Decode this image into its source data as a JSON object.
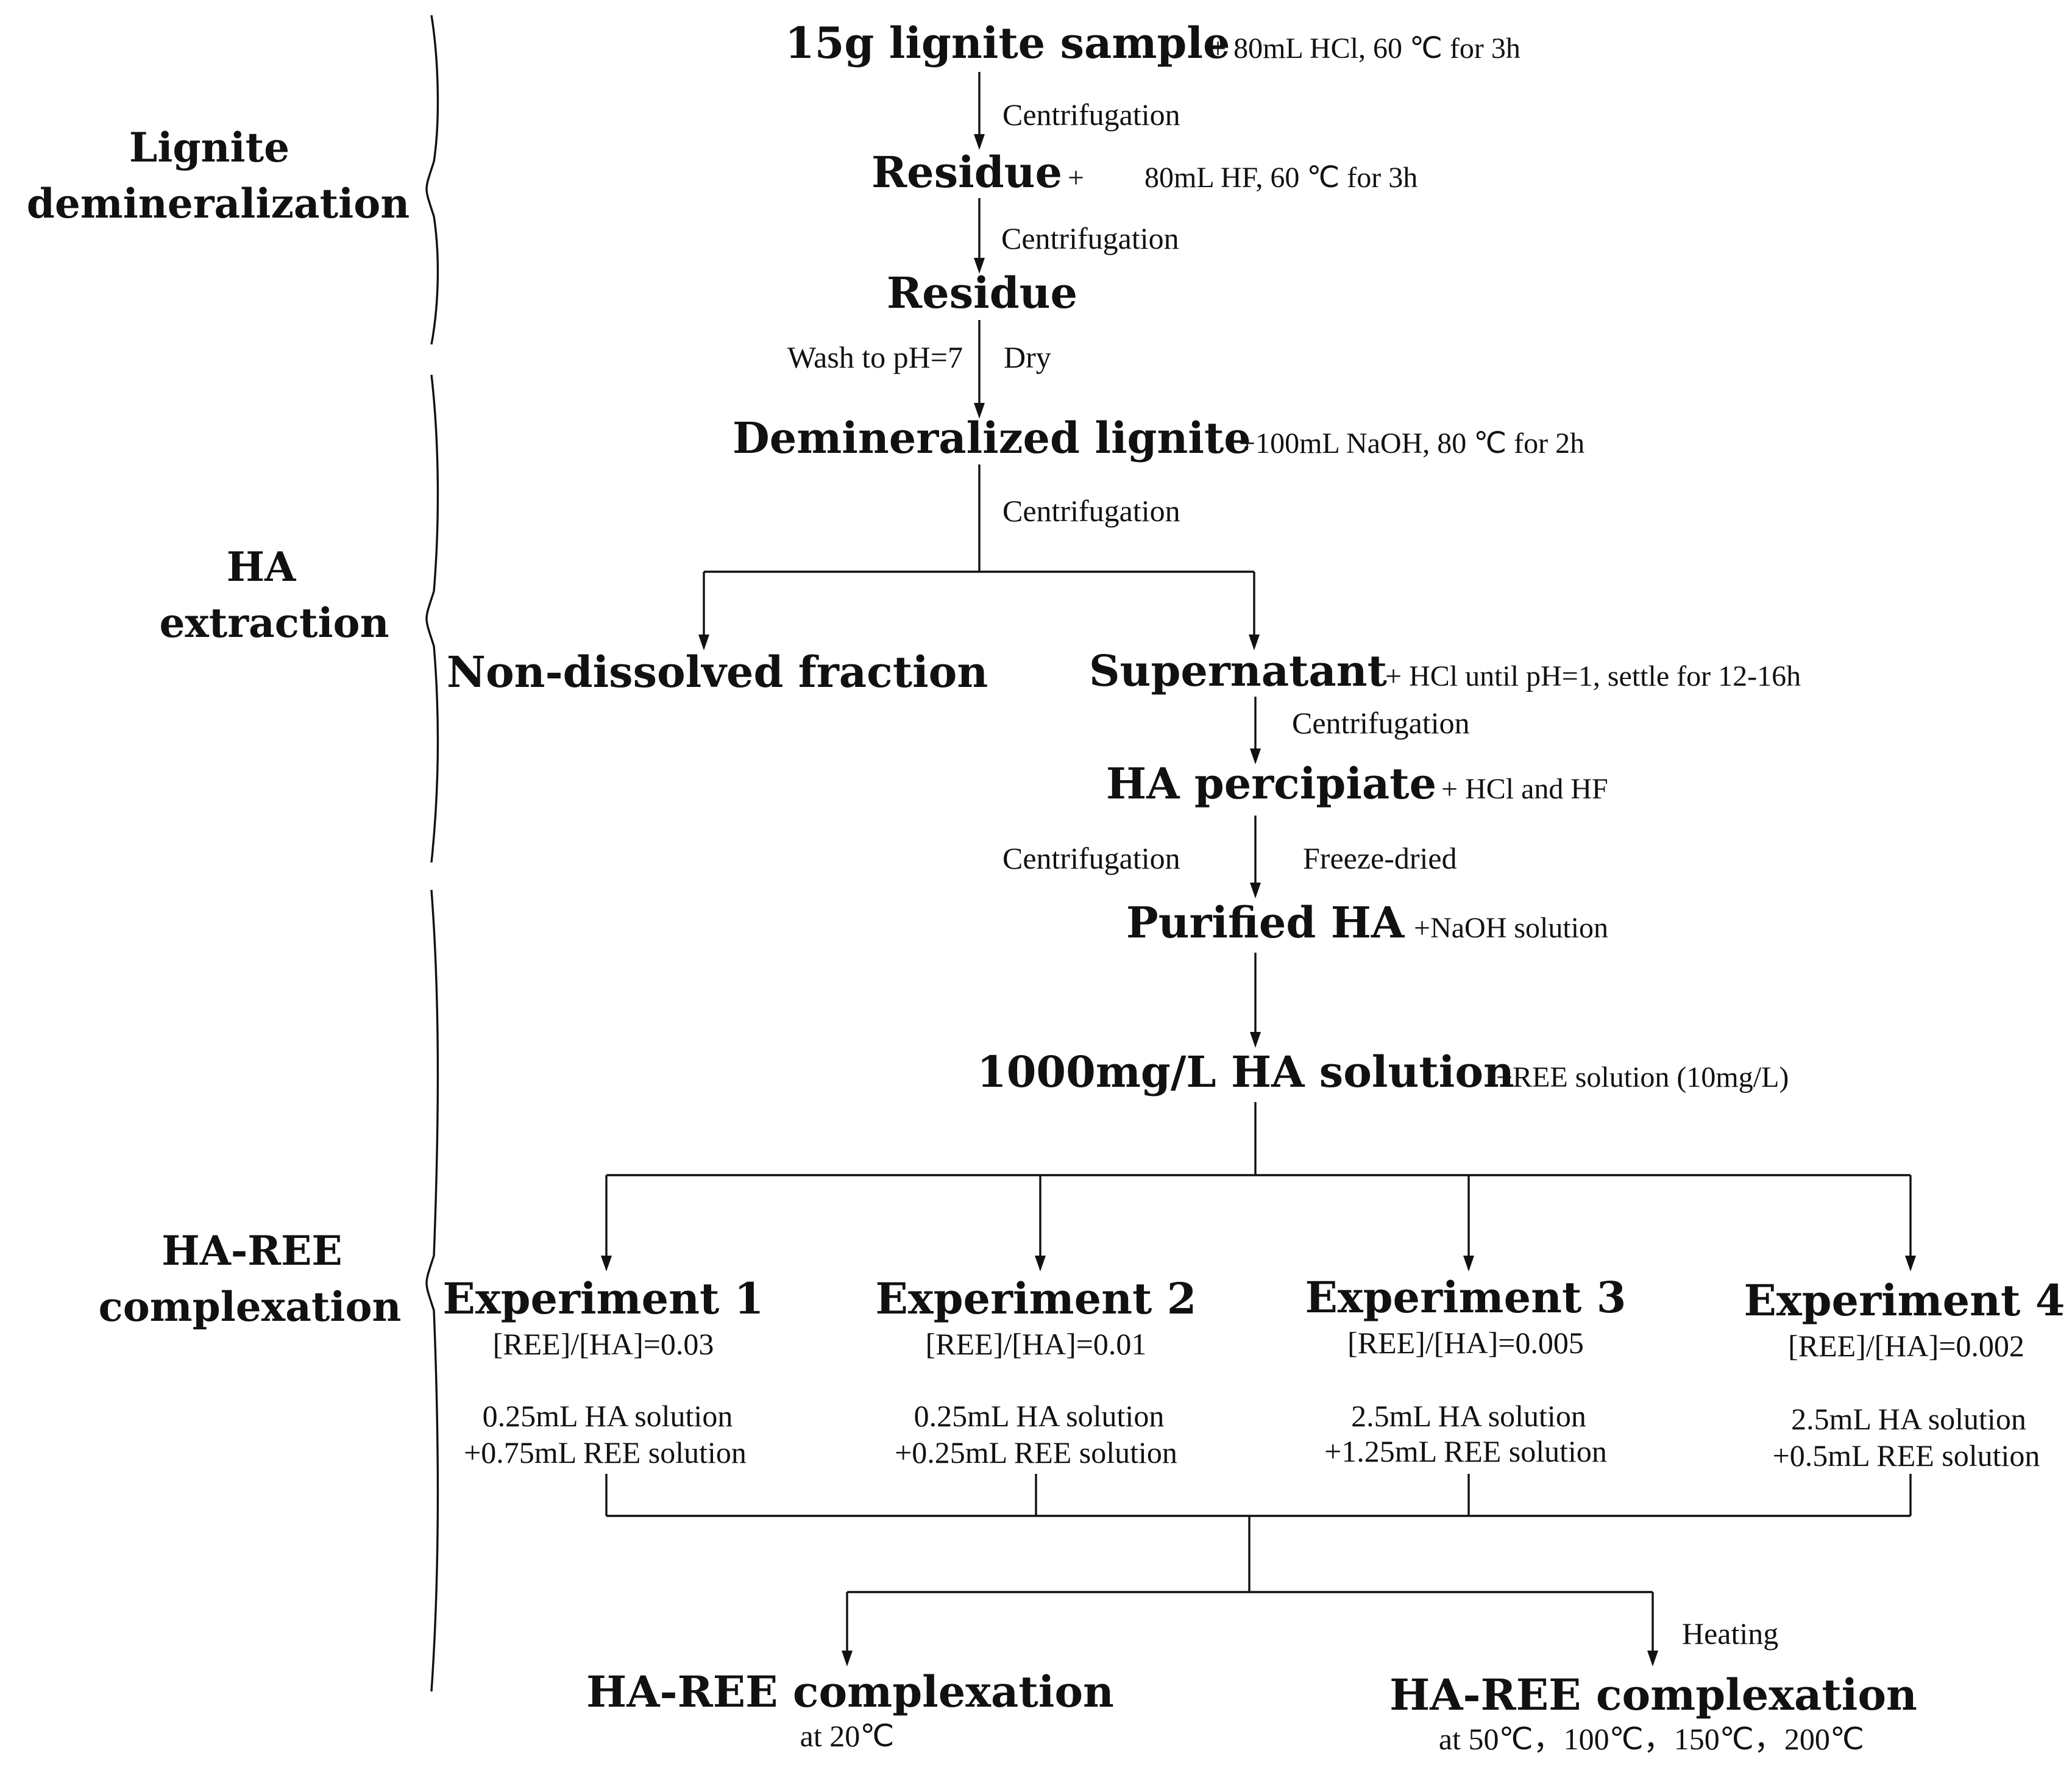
{
  "sections": {
    "demineralization": [
      "Lignite",
      "demineralization"
    ],
    "extraction": [
      "HA",
      "extraction"
    ],
    "complexation": [
      "HA-REE",
      "complexation"
    ]
  },
  "steps": {
    "sample": {
      "title": "15g lignite sample",
      "note": "+ 80mL HCl, 60 ℃  for 3h"
    },
    "centrifugation1": "Centrifugation",
    "residue1": {
      "title": "Residue",
      "plus": "+",
      "note": "80mL HF, 60 ℃  for 3h"
    },
    "centrifugation2": "Centrifugation",
    "residue2": {
      "title": "Residue"
    },
    "wash": "Wash to pH=7",
    "dry": "Dry",
    "demineralized": {
      "title": "Demineralized lignite",
      "note": "+100mL NaOH, 80 ℃  for 2h"
    },
    "centrifugation3": "Centrifugation",
    "nondissolved": {
      "title": "Non-dissolved fraction"
    },
    "supernatant": {
      "title": "Supernatant",
      "note": "+ HCl until pH=1, settle for 12-16h"
    },
    "centrifugation4": "Centrifugation",
    "precipitate": {
      "title": "HA percipiate",
      "note": "+ HCl and HF"
    },
    "centrifugation5": "Centrifugation",
    "freeze": "Freeze-dried",
    "purified": {
      "title": "Purified HA",
      "note": "+NaOH solution"
    },
    "solution": {
      "title": "1000mg/L HA solution",
      "note": "+REE solution (10mg/L)"
    }
  },
  "experiments": [
    {
      "title": "Experiment 1",
      "ratio": "[REE]/[HA]=0.03",
      "line1": "0.25mL HA solution",
      "line2": "+0.75mL REE solution"
    },
    {
      "title": "Experiment 2",
      "ratio": "[REE]/[HA]=0.01",
      "line1": "0.25mL HA solution",
      "line2": "+0.25mL REE solution"
    },
    {
      "title": "Experiment 3",
      "ratio": "[REE]/[HA]=0.005",
      "line1": "2.5mL HA solution",
      "line2": "+1.25mL REE solution"
    },
    {
      "title": "Experiment 4",
      "ratio": "[REE]/[HA]=0.002",
      "line1": "2.5mL HA solution",
      "line2": "+0.5mL REE solution"
    }
  ],
  "outcomes": {
    "heating": "Heating",
    "left": {
      "title": "HA-REE complexation",
      "sub": "at 20℃"
    },
    "right": {
      "title": "HA-REE complexation",
      "sub": "at 50℃，100℃，150℃，200℃"
    }
  }
}
